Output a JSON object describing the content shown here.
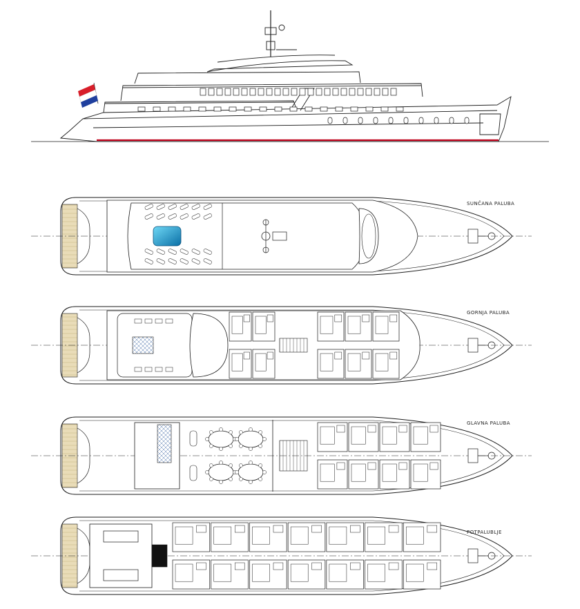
{
  "decks": [
    {
      "id": "sun",
      "label": "SUNČANA PALUBA"
    },
    {
      "id": "upper",
      "label": "GORNJA PALUBA"
    },
    {
      "id": "main",
      "label": "GLAVNA PALUBA"
    },
    {
      "id": "lower",
      "label": "POTPALUBLJE"
    }
  ],
  "colors": {
    "line": "#1a1a1a",
    "waterline": "#c0001a",
    "pool": "#1aa6d8",
    "deck_wood": "#e7d9b4",
    "flag_red": "#d81e2a",
    "flag_white": "#ffffff",
    "flag_blue": "#1f3f9e"
  },
  "icons": [
    "croatian-flag-icon",
    "radar-mast-icon",
    "tender-boat-icon",
    "anchor-winch-icon"
  ]
}
